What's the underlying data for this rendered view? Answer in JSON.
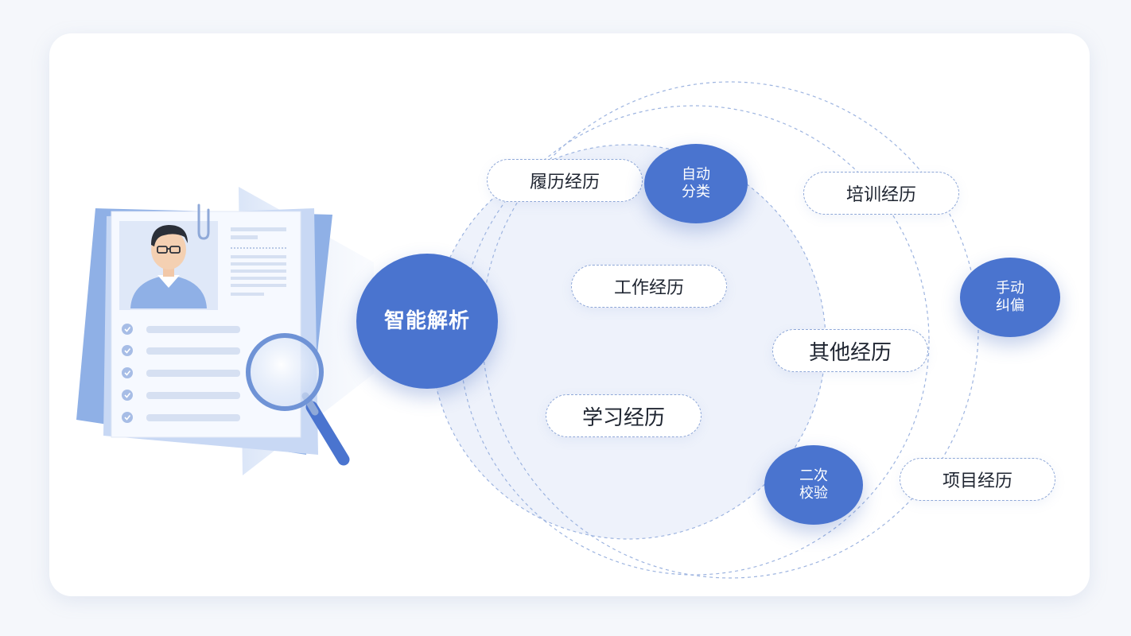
{
  "center": {
    "label": "智能解析"
  },
  "categories": [
    {
      "key": "lvli",
      "label": "履历经历"
    },
    {
      "key": "peixun",
      "label": "培训经历"
    },
    {
      "key": "gongzuo",
      "label": "工作经历"
    },
    {
      "key": "qita",
      "label": "其他经历"
    },
    {
      "key": "xuexi",
      "label": "学习经历"
    },
    {
      "key": "xiangmu",
      "label": "项目经历"
    }
  ],
  "actions": [
    {
      "key": "auto-classify",
      "label": "自动\n分类"
    },
    {
      "key": "manual-correct",
      "label": "手动\n纠偏"
    },
    {
      "key": "double-check",
      "label": "二次\n校验"
    }
  ],
  "colors": {
    "accent": "#4a74cf",
    "dash": "#8fa8d8",
    "paper_blue": "#8fb0e6"
  }
}
